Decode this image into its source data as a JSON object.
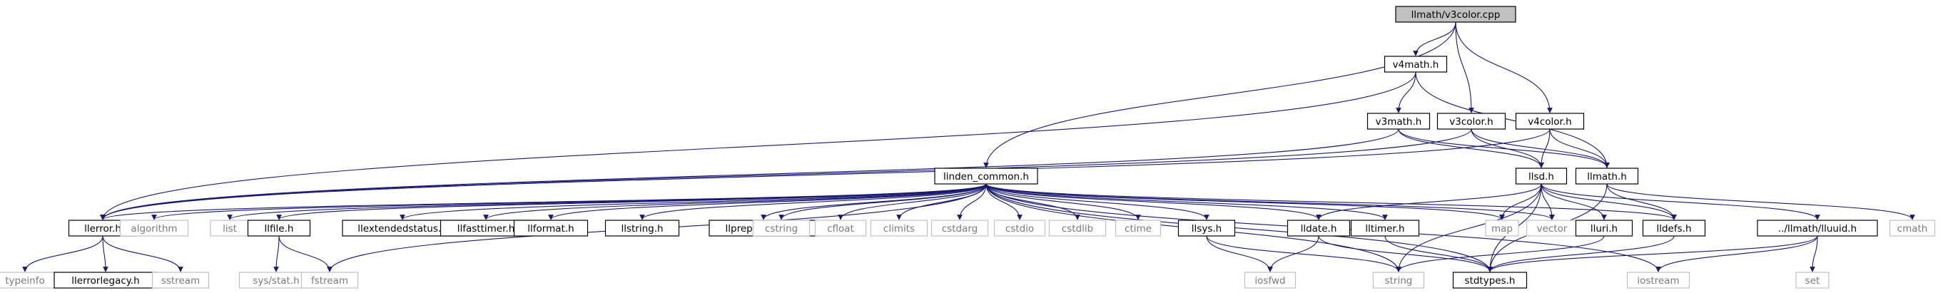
{
  "colors": {
    "edge": "#191970",
    "root_fill": "#c0c0c0",
    "node_border": "#000000",
    "external_border": "#c0c0c0",
    "external_text": "#7a7a7a"
  },
  "diagram": {
    "type": "include-dependency-graph",
    "nodes": [
      {
        "id": "v3color_cpp",
        "label": "llmath/v3color.cpp",
        "kind": "root"
      },
      {
        "id": "v4math",
        "label": "v4math.h",
        "kind": "file"
      },
      {
        "id": "v3math",
        "label": "v3math.h",
        "kind": "file"
      },
      {
        "id": "v3color",
        "label": "v3color.h",
        "kind": "file"
      },
      {
        "id": "v4color",
        "label": "v4color.h",
        "kind": "file"
      },
      {
        "id": "linden",
        "label": "linden_common.h",
        "kind": "file"
      },
      {
        "id": "llsd",
        "label": "llsd.h",
        "kind": "file"
      },
      {
        "id": "llmath",
        "label": "llmath.h",
        "kind": "file"
      },
      {
        "id": "llerror",
        "label": "llerror.h",
        "kind": "file"
      },
      {
        "id": "algorithm",
        "label": "algorithm",
        "kind": "external"
      },
      {
        "id": "list",
        "label": "list",
        "kind": "external"
      },
      {
        "id": "llfile",
        "label": "llfile.h",
        "kind": "file"
      },
      {
        "id": "llextended",
        "label": "llextendedstatus.h",
        "kind": "file"
      },
      {
        "id": "llfasttimer",
        "label": "llfasttimer.h",
        "kind": "file"
      },
      {
        "id": "llformat",
        "label": "llformat.h",
        "kind": "file"
      },
      {
        "id": "llstring",
        "label": "llstring.h",
        "kind": "file"
      },
      {
        "id": "llpreproc",
        "label": "llpreprocessor.h",
        "kind": "file"
      },
      {
        "id": "cstring",
        "label": "cstring",
        "kind": "external"
      },
      {
        "id": "cfloat",
        "label": "cfloat",
        "kind": "external"
      },
      {
        "id": "climits",
        "label": "climits",
        "kind": "external"
      },
      {
        "id": "cstdarg",
        "label": "cstdarg",
        "kind": "external"
      },
      {
        "id": "cstdio",
        "label": "cstdio",
        "kind": "external"
      },
      {
        "id": "cstdlib",
        "label": "cstdlib",
        "kind": "external"
      },
      {
        "id": "ctime",
        "label": "ctime",
        "kind": "external"
      },
      {
        "id": "llsys",
        "label": "llsys.h",
        "kind": "file"
      },
      {
        "id": "lldate",
        "label": "lldate.h",
        "kind": "file"
      },
      {
        "id": "lltimer",
        "label": "lltimer.h",
        "kind": "file"
      },
      {
        "id": "map",
        "label": "map",
        "kind": "external"
      },
      {
        "id": "vector",
        "label": "vector",
        "kind": "external"
      },
      {
        "id": "lluri",
        "label": "lluri.h",
        "kind": "file"
      },
      {
        "id": "lldefs",
        "label": "lldefs.h",
        "kind": "file"
      },
      {
        "id": "lluuid",
        "label": "../llmath/lluuid.h",
        "kind": "file"
      },
      {
        "id": "cmath",
        "label": "cmath",
        "kind": "external"
      },
      {
        "id": "typeinfo",
        "label": "typeinfo",
        "kind": "external"
      },
      {
        "id": "llerrorlegacy",
        "label": "llerrorlegacy.h",
        "kind": "file"
      },
      {
        "id": "sstream",
        "label": "sstream",
        "kind": "external"
      },
      {
        "id": "sysstat",
        "label": "sys/stat.h",
        "kind": "external"
      },
      {
        "id": "fstream",
        "label": "fstream",
        "kind": "external"
      },
      {
        "id": "iosfwd",
        "label": "iosfwd",
        "kind": "external"
      },
      {
        "id": "string",
        "label": "string",
        "kind": "external"
      },
      {
        "id": "stdtypes",
        "label": "stdtypes.h",
        "kind": "file"
      },
      {
        "id": "iostream",
        "label": "iostream",
        "kind": "external"
      },
      {
        "id": "set",
        "label": "set",
        "kind": "external"
      }
    ],
    "edges": [
      [
        "v3color_cpp",
        "v4math"
      ],
      [
        "v3color_cpp",
        "v3color"
      ],
      [
        "v3color_cpp",
        "v4color"
      ],
      [
        "v3color_cpp",
        "linden"
      ],
      [
        "v4math",
        "v3math"
      ],
      [
        "v4math",
        "llmath"
      ],
      [
        "v4math",
        "llerror"
      ],
      [
        "v3math",
        "llerror"
      ],
      [
        "v3math",
        "llmath"
      ],
      [
        "v3math",
        "llsd"
      ],
      [
        "v3color",
        "llerror"
      ],
      [
        "v3color",
        "llmath"
      ],
      [
        "v3color",
        "llsd"
      ],
      [
        "v4color",
        "llerror"
      ],
      [
        "v4color",
        "llmath"
      ],
      [
        "v4color",
        "llsd"
      ],
      [
        "linden",
        "llerror"
      ],
      [
        "linden",
        "algorithm"
      ],
      [
        "linden",
        "list"
      ],
      [
        "linden",
        "llfile"
      ],
      [
        "linden",
        "llextended"
      ],
      [
        "linden",
        "llfasttimer"
      ],
      [
        "linden",
        "llformat"
      ],
      [
        "linden",
        "llstring"
      ],
      [
        "linden",
        "llpreproc"
      ],
      [
        "linden",
        "cstring"
      ],
      [
        "linden",
        "cfloat"
      ],
      [
        "linden",
        "climits"
      ],
      [
        "linden",
        "cstdarg"
      ],
      [
        "linden",
        "cstdio"
      ],
      [
        "linden",
        "cstdlib"
      ],
      [
        "linden",
        "ctime"
      ],
      [
        "linden",
        "llsys"
      ],
      [
        "linden",
        "map"
      ],
      [
        "linden",
        "vector"
      ],
      [
        "linden",
        "lldefs"
      ],
      [
        "linden",
        "stdtypes"
      ],
      [
        "linden",
        "iostream"
      ],
      [
        "linden",
        "fstream"
      ],
      [
        "linden",
        "string"
      ],
      [
        "linden",
        "lldate"
      ],
      [
        "linden",
        "lltimer"
      ],
      [
        "llsd",
        "lldate"
      ],
      [
        "llsd",
        "map"
      ],
      [
        "llsd",
        "vector"
      ],
      [
        "llsd",
        "lluri"
      ],
      [
        "llsd",
        "lldefs"
      ],
      [
        "llsd",
        "lluuid"
      ],
      [
        "llsd",
        "string"
      ],
      [
        "llsd",
        "stdtypes"
      ],
      [
        "llmath",
        "cmath"
      ],
      [
        "llmath",
        "lldefs"
      ],
      [
        "llmath",
        "stdtypes"
      ],
      [
        "llerror",
        "typeinfo"
      ],
      [
        "llerror",
        "llerrorlegacy"
      ],
      [
        "llerror",
        "sstream"
      ],
      [
        "llfile",
        "sysstat"
      ],
      [
        "llfile",
        "fstream"
      ],
      [
        "llsys",
        "iosfwd"
      ],
      [
        "llsys",
        "string"
      ],
      [
        "lldate",
        "iosfwd"
      ],
      [
        "lldate",
        "stdtypes"
      ],
      [
        "lltimer",
        "stdtypes"
      ],
      [
        "lluri",
        "string"
      ],
      [
        "lldefs",
        "stdtypes"
      ],
      [
        "lluuid",
        "iostream"
      ],
      [
        "lluuid",
        "set"
      ],
      [
        "lluuid",
        "stdtypes"
      ]
    ]
  }
}
